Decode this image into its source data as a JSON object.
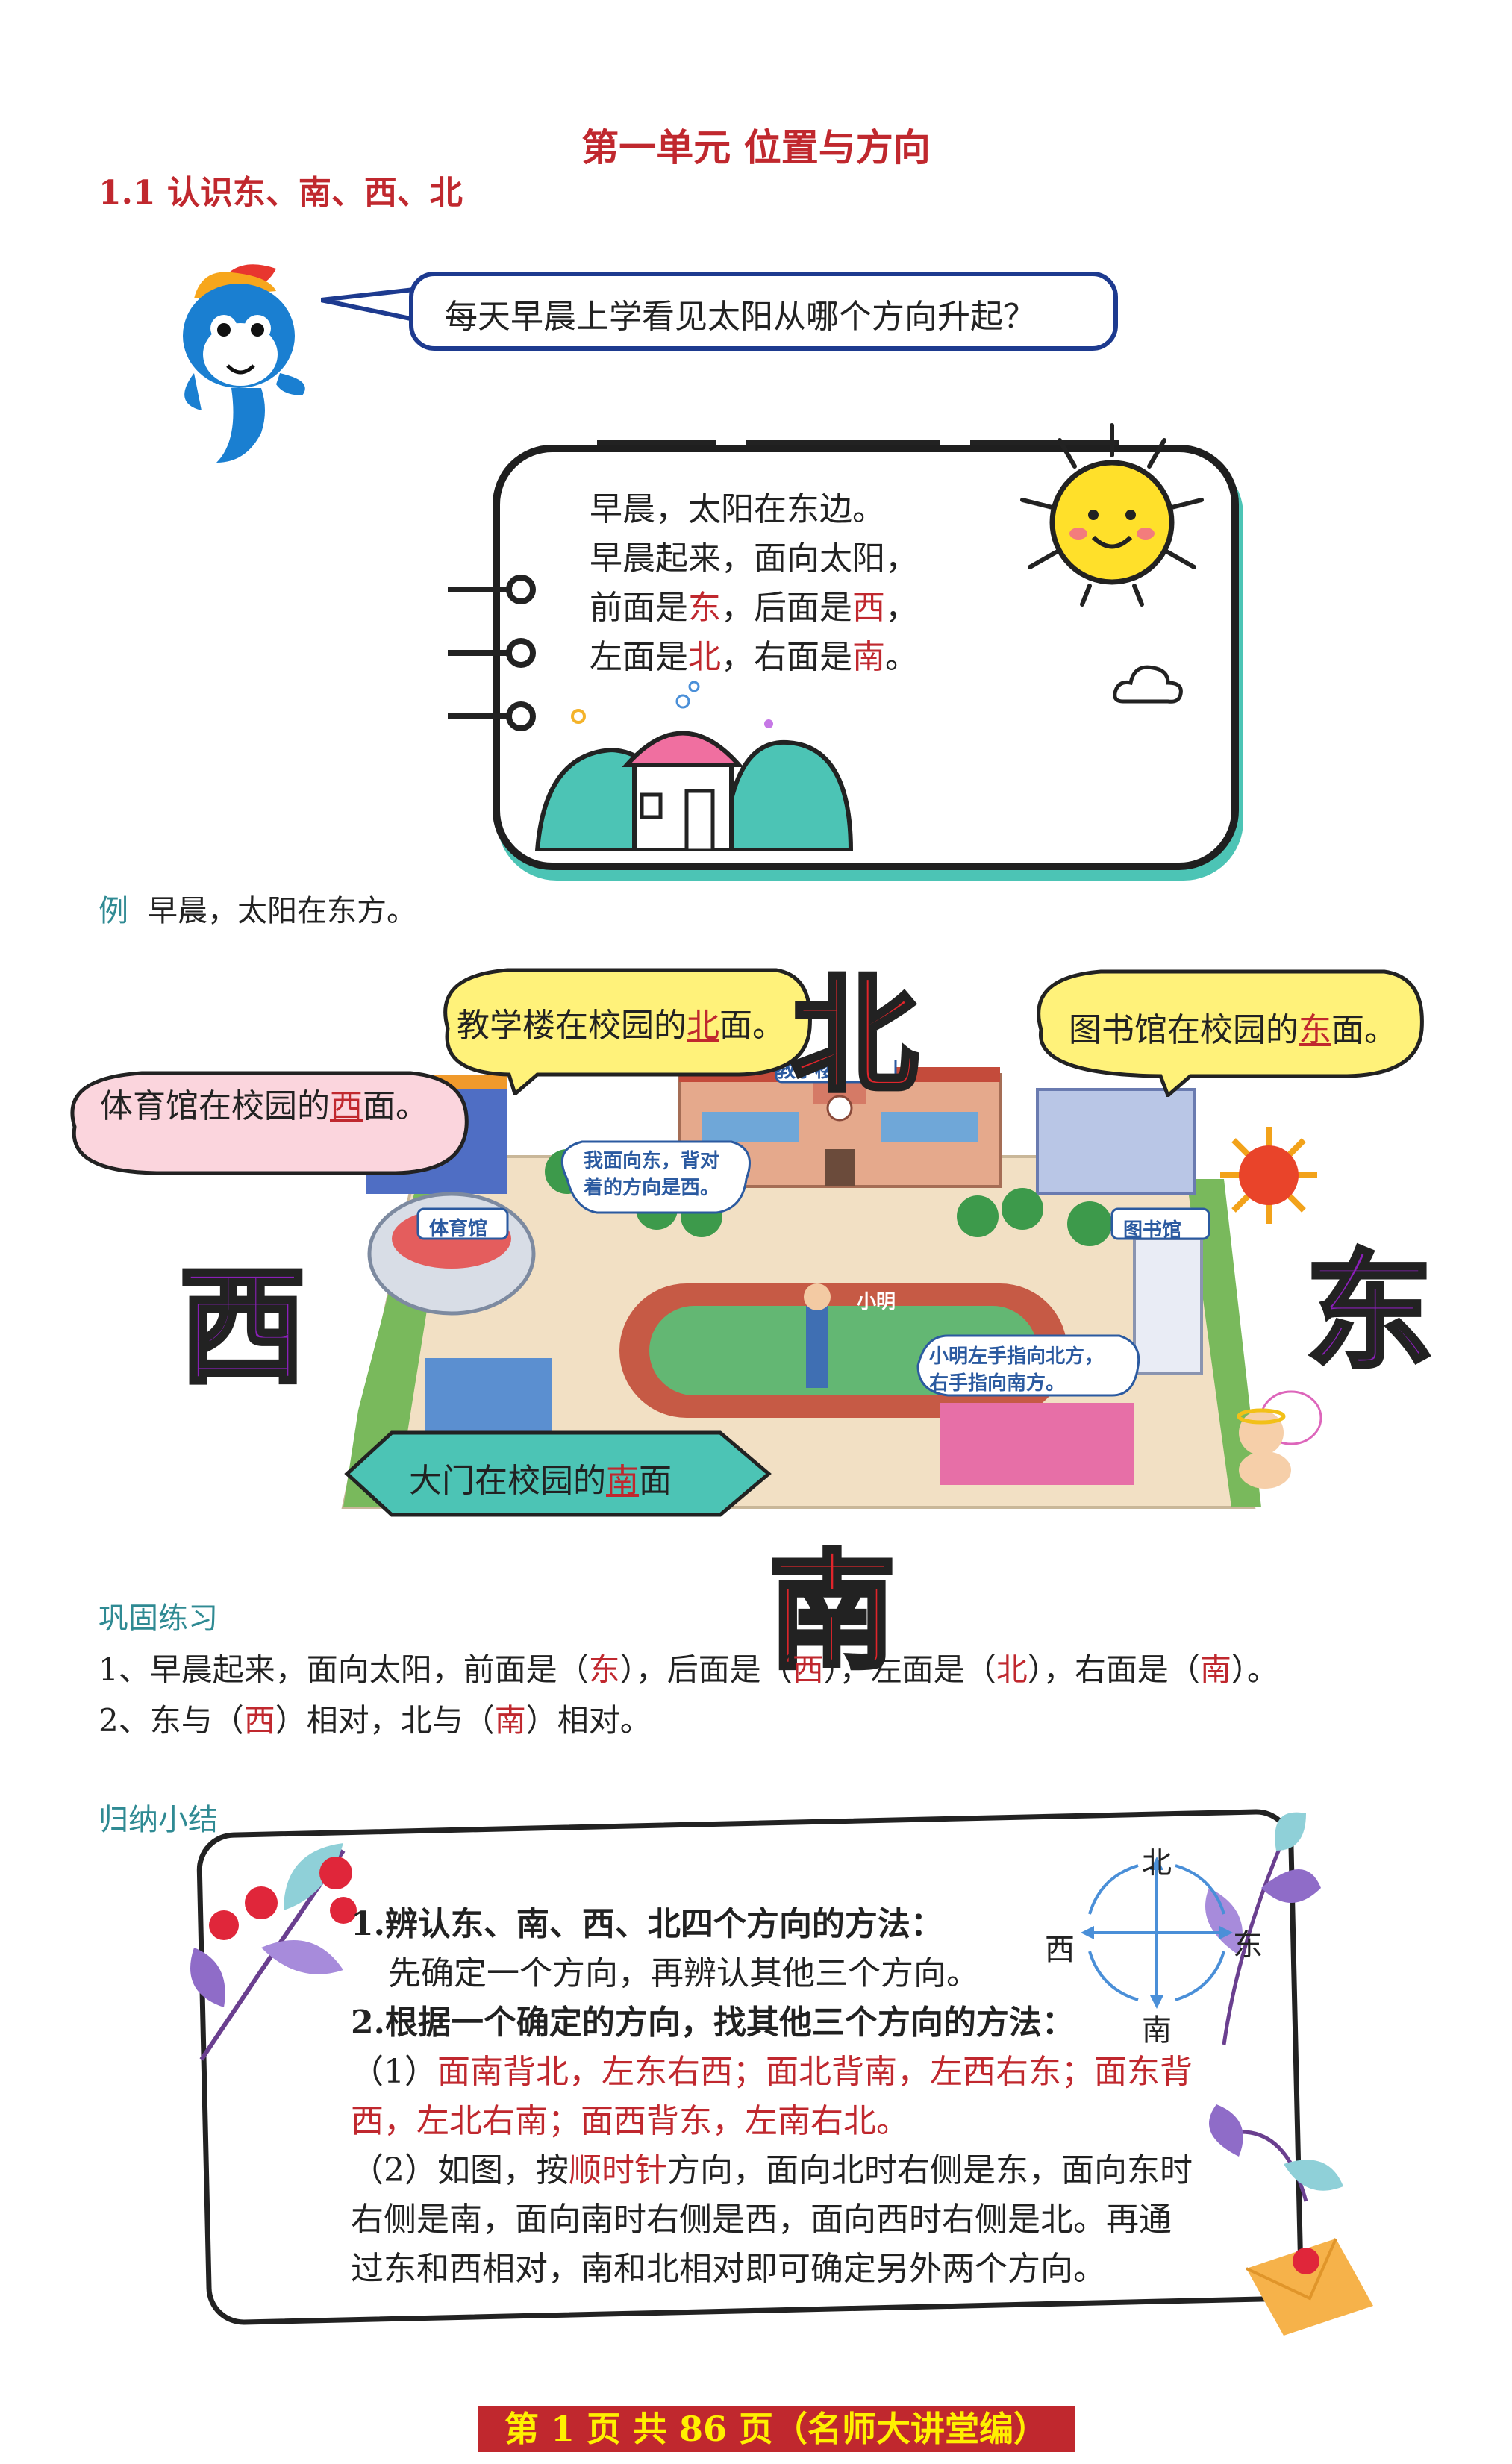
{
  "header": {
    "title": "第一单元 位置与方向",
    "subtitle": "1.1 认识东、南、西、北"
  },
  "intro": {
    "question": "每天早晨上学看见太阳从哪个方向升起？"
  },
  "notebook": {
    "line1": "早晨，太阳在东边。",
    "line2": "早晨起来，面向太阳，",
    "line3_a": "前面是",
    "line3_b": "东",
    "line3_c": "，后面是",
    "line3_d": "西",
    "line3_e": "，",
    "line4_a": "左面是",
    "line4_b": "北",
    "line4_c": "，右面是",
    "line4_d": "南",
    "line4_e": "。"
  },
  "example": {
    "label": "例",
    "text": "早晨，太阳在东方。"
  },
  "directions": {
    "north": "北",
    "south": "南",
    "east": "东",
    "west": "西"
  },
  "campus": {
    "teaching_a": "教学楼在校园的",
    "teaching_b": "北",
    "teaching_c": "面。",
    "library_a": "图书馆在校园的",
    "library_b": "东",
    "library_c": "面。",
    "gym_a": "体育馆在校园的",
    "gym_b": "西",
    "gym_c": "面。",
    "gate_a": "大门在校园的",
    "gate_b": "南",
    "gate_c": "面",
    "sign_teaching": "教学楼",
    "sign_gym": "体育馆",
    "sign_library": "图书馆",
    "boy_name": "小明",
    "boy_speech_1": "我面向东，背对",
    "boy_speech_2": "着的方向是西。",
    "angel_speech_1": "小明左手指向北方，",
    "angel_speech_2": "右手指向南方。"
  },
  "practice": {
    "label": "巩固练习",
    "q1_a": "1、早晨起来，面向太阳，前面是（",
    "q1_b": "东",
    "q1_c": "），后面是（",
    "q1_d": "西",
    "q1_e": "），左面是（",
    "q1_f": "北",
    "q1_g": "），右面是（",
    "q1_h": "南",
    "q1_i": "）。",
    "q2_a": "2、东与（",
    "q2_b": "西",
    "q2_c": "）相对，北与（",
    "q2_d": "南",
    "q2_e": "）相对。"
  },
  "summary": {
    "label": "归纳小结",
    "h1": "1.辨认东、南、西、北四个方向的方法：",
    "p1": "先确定一个方向，再辨认其他三个方向。",
    "h2": "2.根据一个确定的方向，找其他三个方向的方法：",
    "p2a_prefix": "（1）",
    "p2a_red_1": "面南背北，左东右西；面北背南，左西右东；面东背",
    "p2a_red_2": "西，左北右南；面西背东，左南右北。",
    "p2b_1a": "（2）如图，按",
    "p2b_1b": "顺时针",
    "p2b_1c": "方向，面向北时右侧是东，面向东时",
    "p2b_2": "右侧是南，面向南时右侧是西，面向西时右侧是北。再通",
    "p2b_3": "过东和西相对，南和北相对即可确定另外两个方向。",
    "compass_n": "北",
    "compass_s": "南",
    "compass_e": "东",
    "compass_w": "西"
  },
  "footer": {
    "text": "第 1 页 共 86 页（名师大讲堂编）"
  },
  "colors": {
    "red": "#c0282e",
    "teal": "#2f8a93",
    "purple": "#8a1fb8",
    "blue_border": "#1d3a8f",
    "teal_shadow": "#4cc4b5",
    "yellow_bubble": "#fff27a",
    "pink_bubble": "#fbd5dd"
  }
}
